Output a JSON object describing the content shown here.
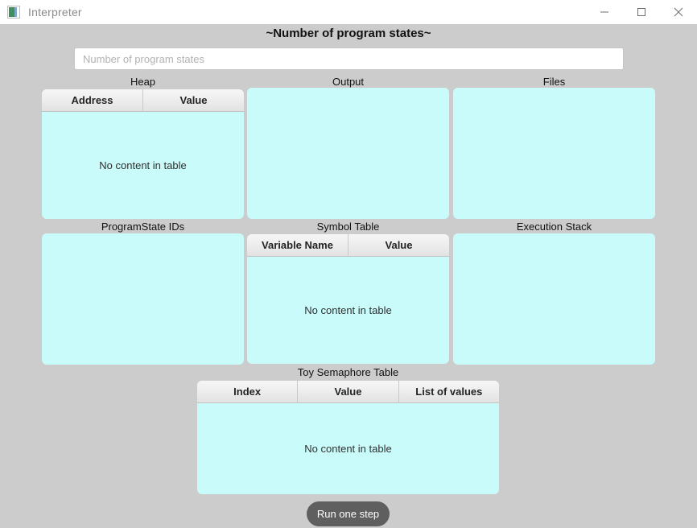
{
  "window": {
    "title": "Interpreter",
    "icon": "app-icon",
    "controls": {
      "minimize": "minimize-icon",
      "maximize": "maximize-icon",
      "close": "close-icon"
    }
  },
  "header": {
    "title": "~Number of program states~",
    "states_field": {
      "value": "",
      "placeholder": "Number of program states"
    }
  },
  "colors": {
    "background": "#cccccc",
    "panel": "#c9fbfb",
    "titlebar": "#ffffff",
    "button": "#5f5f5f",
    "header_text": "#121212"
  },
  "empty_message": "No content in table",
  "sections": {
    "heap": {
      "label": "Heap",
      "columns": [
        "Address",
        "Value"
      ],
      "rows": []
    },
    "output": {
      "label": "Output",
      "items": []
    },
    "files": {
      "label": "Files",
      "items": []
    },
    "program_state_ids": {
      "label": "ProgramState IDs",
      "items": []
    },
    "symbol_table": {
      "label": "Symbol Table",
      "columns": [
        "Variable Name",
        "Value"
      ],
      "rows": []
    },
    "execution_stack": {
      "label": "Execution Stack",
      "items": []
    },
    "toy_semaphore_table": {
      "label": "Toy Semaphore Table",
      "columns": [
        "Index",
        "Value",
        "List of values"
      ],
      "rows": []
    }
  },
  "footer": {
    "run_button": "Run one step"
  }
}
